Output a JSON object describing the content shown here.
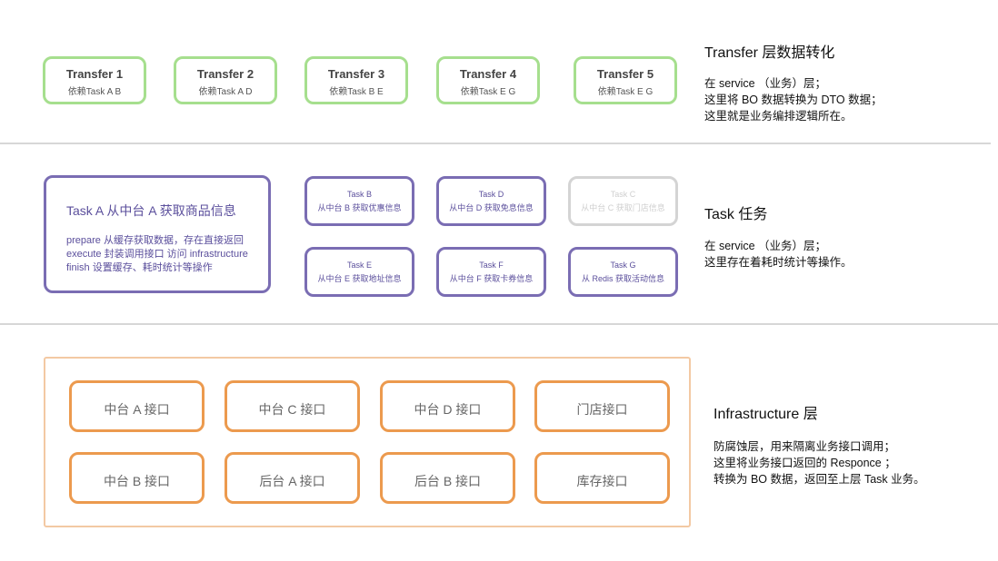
{
  "transfer_layer": {
    "boxes": [
      {
        "title": "Transfer 1",
        "deps": "依赖Task A B"
      },
      {
        "title": "Transfer 2",
        "deps": "依赖Task A D"
      },
      {
        "title": "Transfer 3",
        "deps": "依赖Task B E"
      },
      {
        "title": "Transfer 4",
        "deps": "依赖Task E G"
      },
      {
        "title": "Transfer 5",
        "deps": "依赖Task E G"
      }
    ],
    "heading": "Transfer 层数据转化",
    "desc": [
      "在 service （业务）层；",
      "这里将 BO 数据转换为 DTO 数据；",
      "这里就是业务编排逻辑所在。"
    ]
  },
  "task_layer": {
    "task_a": {
      "title": "Task A 从中台 A 获取商品信息",
      "lines": [
        "prepare 从缓存获取数据，存在直接返回",
        "execute 封装调用接口 访问 infrastructure",
        "finish     设置缓存、耗时统计等操作"
      ]
    },
    "boxes": [
      {
        "name": "Task B",
        "desc": "从中台 B 获取优惠信息"
      },
      {
        "name": "Task D",
        "desc": "从中台 D 获取免息信息"
      },
      {
        "name": "Task C",
        "desc": "从中台 C 获取门店信息"
      },
      {
        "name": "Task E",
        "desc": "从中台 E 获取地址信息"
      },
      {
        "name": "Task F",
        "desc": "从中台 F 获取卡券信息"
      },
      {
        "name": "Task G",
        "desc": "从 Redis 获取活动信息"
      }
    ],
    "heading": "Task 任务",
    "desc": [
      "在 service （业务）层；",
      "这里存在着耗时统计等操作。"
    ]
  },
  "infra_layer": {
    "boxes": [
      "中台 A 接口",
      "中台 C 接口",
      "中台 D 接口",
      "门店接口",
      "中台 B 接口",
      "后台 A 接口",
      "后台 B 接口",
      "库存接口"
    ],
    "heading": "Infrastructure 层",
    "desc": [
      "防腐蚀层，用来隔离业务接口调用；",
      "这里将业务接口返回的 Responce ；",
      "转换为 BO 数据，返回至上层 Task 业务。"
    ]
  },
  "colors": {
    "transfer": "#a6df8e",
    "task": "#7a6db3",
    "task_disabled": "#d4d4d4",
    "infra": "#ec9a4e",
    "infra_frame": "#f3c9a3"
  }
}
